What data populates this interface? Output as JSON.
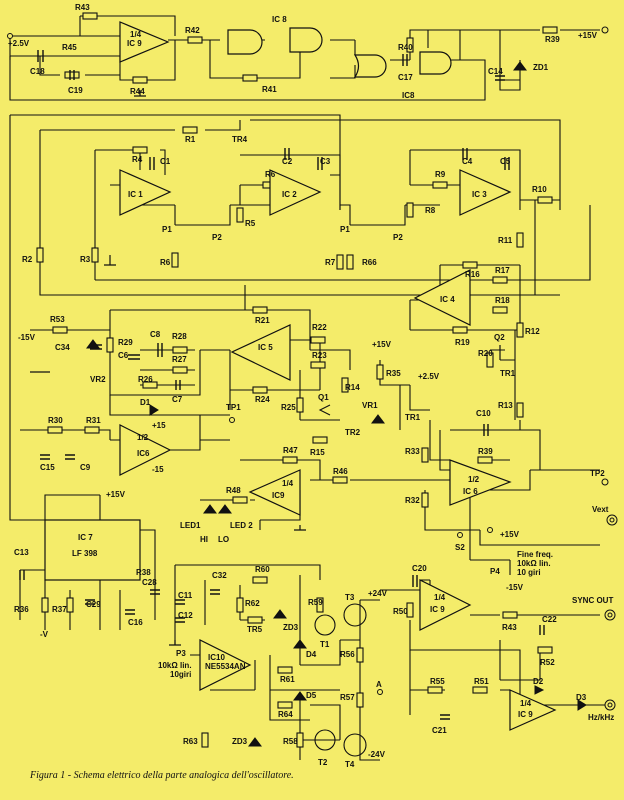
{
  "figure": {
    "caption": "Figura 1 - Schema elettrico della parte analogica dell'oscillatore."
  },
  "labels": {
    "r43": "R43",
    "r44": "R44",
    "r45": "R45",
    "r42": "R42",
    "r41": "R41",
    "r40": "R40",
    "r39": "R39",
    "c18": "C18",
    "c19": "C19",
    "c17": "C17",
    "c14": "C14",
    "ic9_top": "IC 9",
    "ic9_frac": "1/4",
    "ic8": "IC 8",
    "ic8b": "IC8",
    "zd1": "ZD1",
    "v_p25": "+2.5V",
    "v_p15_top": "+15V",
    "r1": "R1",
    "tr4": "TR4",
    "r2": "R2",
    "r3": "R3",
    "r4": "R4",
    "c1": "C1",
    "ic1": "IC 1",
    "p1a": "P1",
    "p2a": "P2",
    "r5": "R5",
    "r6a": "R6",
    "c2": "C2",
    "c3": "C3",
    "r6b": "R6",
    "ic2": "IC 2",
    "r7": "R7",
    "p1b": "P1",
    "p2b": "P2",
    "r66": "R66",
    "r9": "R9",
    "c4": "C4",
    "c5": "C5",
    "ic3": "IC 3",
    "r8": "R8",
    "r10": "R10",
    "r11": "R11",
    "r16": "R16",
    "r17": "R17",
    "ic4": "IC 4",
    "r18": "R18",
    "r19": "R19",
    "r12": "R12",
    "r20": "R20",
    "q2": "Q2",
    "tr1a": "TR1",
    "r53": "R53",
    "v_m15": "-15V",
    "c34": "C34",
    "r29": "R29",
    "vr2": "VR2",
    "c8": "C8",
    "r28": "R28",
    "c6": "C6",
    "r27": "R27",
    "r26": "R26",
    "c7": "C7",
    "d1": "D1",
    "r21": "R21",
    "r22": "R22",
    "ic5": "IC 5",
    "r23": "R23",
    "r24": "R24",
    "r25": "R25",
    "q1": "Q1",
    "r14": "R14",
    "tr2": "TR2",
    "r15": "R15",
    "tp1": "TP1",
    "r30": "R30",
    "r31": "R31",
    "c15": "C15",
    "c9": "C9",
    "ic6a": "IC6",
    "ic6a_frac": "1/2",
    "v_p15_ic6": "+15",
    "v_m15_ic6": "-15",
    "v_p15_mid": "+15V",
    "r35": "R35",
    "v_p25b": "+2.5V",
    "vr1": "VR1",
    "tr1b": "TR1",
    "r13": "R13",
    "c10": "C10",
    "r39b": "R39",
    "r33": "R33",
    "ic6b": "IC 6",
    "ic6b_frac": "1/2",
    "r32": "R32",
    "tp2": "TP2",
    "r47": "R47",
    "r46": "R46",
    "r48": "R48",
    "ic9b": "IC9",
    "ic9b_frac": "1/4",
    "led1": "LED1",
    "led2": "LED 2",
    "hi": "HI",
    "lo": "LO",
    "v_p15_ic7": "+15V",
    "ic7": "IC 7",
    "lf398": "LF 398",
    "c13": "C13",
    "r38": "R38",
    "c28": "C28",
    "r36": "R36",
    "r37": "R37",
    "c29": "C29",
    "c16": "C16",
    "v_m": "-V",
    "s2": "S2",
    "v_p15_p4": "+15V",
    "v_m15_p4": "-15V",
    "p4": "P4",
    "fine1": "Fine freq.",
    "fine2": "10kΩ lin.",
    "fine3": "10 giri",
    "vext": "Vext",
    "c32": "C32",
    "r60": "R60",
    "c11": "C11",
    "r62": "R62",
    "c12": "C12",
    "tr5": "TR5",
    "ic10": "IC10",
    "ne5534": "NE5534AN",
    "p3": "P3",
    "p3a": "10kΩ lin.",
    "p3b": "10giri",
    "r61": "R61",
    "r59": "R59",
    "t3": "T3",
    "t1": "T1",
    "zd3a": "ZD3",
    "d4": "D4",
    "r56": "R56",
    "v_p24": "+24V",
    "d5": "D5",
    "r57": "R57",
    "a": "A",
    "r63": "R63",
    "r64": "R64",
    "zd3b": "ZD3",
    "r58": "R58",
    "t2": "T2",
    "t4": "T4",
    "v_m24": "-24V",
    "c20": "C20",
    "r50": "R50",
    "ic9c": "IC 9",
    "ic9c_frac": "1/4",
    "r43b": "R43",
    "sync": "SYNC OUT",
    "c22": "C22",
    "r52": "R52",
    "r55": "R55",
    "r51": "R51",
    "d2": "D2",
    "ic9d": "IC 9",
    "ic9d_frac": "1/4",
    "d3": "D3",
    "c21": "C21",
    "hzkhz": "Hz/kHz"
  }
}
